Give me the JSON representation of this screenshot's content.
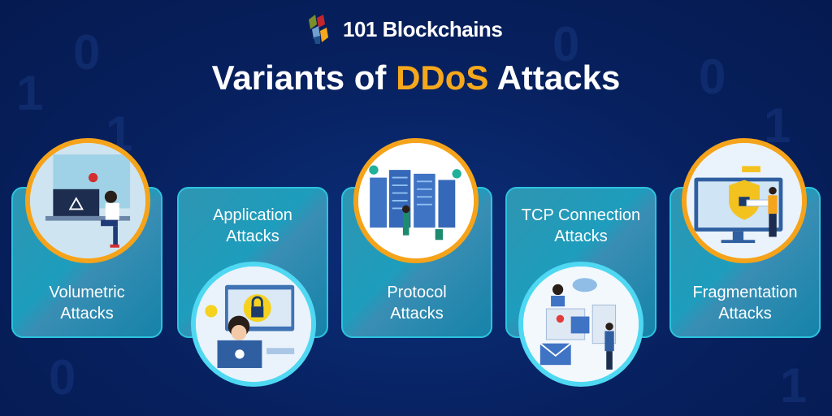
{
  "brand": {
    "name": "101 Blockchains"
  },
  "title": {
    "prefix": "Variants of",
    "highlight": "DDoS",
    "suffix": "Attacks"
  },
  "colors": {
    "highlight": "#f5a81c",
    "background": "#07205e",
    "card": "#1a94b8",
    "ring_orange": "#f5a31a",
    "ring_cyan": "#4fd8f2"
  },
  "cards": [
    {
      "line1": "Volumetric",
      "line2": "Attacks",
      "icon": "person-at-computer-warning-illustration"
    },
    {
      "line1": "Application",
      "line2": "Attacks",
      "icon": "hacker-laptop-lock-illustration"
    },
    {
      "line1": "Protocol",
      "line2": "Attacks",
      "icon": "server-racks-illustration"
    },
    {
      "line1": "TCP Connection",
      "line2": "Attacks",
      "icon": "network-security-people-illustration"
    },
    {
      "line1": "Fragmentation",
      "line2": "Attacks",
      "icon": "shield-monitor-password-illustration"
    }
  ]
}
